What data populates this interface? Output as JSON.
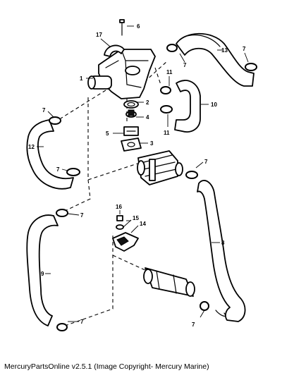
{
  "footer": {
    "caption": "MercuryPartsOnline v2.5.1 (Image Copyright- Mercury Marine)"
  },
  "callouts": {
    "c1": "1",
    "c2": "2",
    "c3": "3",
    "c4": "4",
    "c5": "5",
    "c6": "6",
    "c7a": "7",
    "c7b": "7",
    "c7c": "7",
    "c7d": "7",
    "c7e": "7",
    "c7f": "7",
    "c7g": "7",
    "c7h": "7",
    "c8": "8",
    "c9": "9",
    "c10": "10",
    "c11a": "11",
    "c11b": "11",
    "c12": "12",
    "c13": "13",
    "c14": "14",
    "c15": "15",
    "c16": "16",
    "c17": "17"
  }
}
